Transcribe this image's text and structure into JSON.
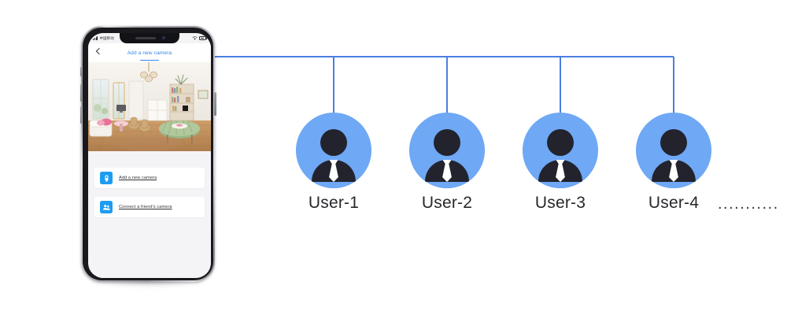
{
  "scene": {
    "background_color": "#ffffff",
    "accent_blue": "#4a7fe0",
    "avatar_circle_color": "#6fa8f5",
    "avatar_figure_color": "#23232e",
    "tie_color": "#ffffff"
  },
  "phone": {
    "status_bar": {
      "carrier": "中国移动",
      "signal_icon": "signal-bars-icon",
      "wifi_icon": "wifi-icon",
      "battery_icon": "battery-icon"
    },
    "nav": {
      "back_icon": "chevron-left-icon",
      "title": "Add a new camera",
      "title_color": "#2f86e8"
    },
    "camera_feed": {
      "name": "living-room-camera-preview",
      "description": "Living room with windows, wooden floor, bookshelf and round table"
    },
    "menu_items": [
      {
        "label": "Add a new camera",
        "icon": "camera-device-icon",
        "icon_color": "#1e9cf0"
      },
      {
        "label": "Connect a friend's camera",
        "icon": "two-people-icon",
        "icon_color": "#1e9cf0"
      }
    ]
  },
  "network": {
    "bus_line_color": "#4a7fe0",
    "users": [
      {
        "label": "User-1",
        "avatar_icon": "user-avatar-icon"
      },
      {
        "label": "User-2",
        "avatar_icon": "user-avatar-icon"
      },
      {
        "label": "User-3",
        "avatar_icon": "user-avatar-icon"
      },
      {
        "label": "User-4",
        "avatar_icon": "user-avatar-icon"
      }
    ],
    "continuation": "..........."
  }
}
